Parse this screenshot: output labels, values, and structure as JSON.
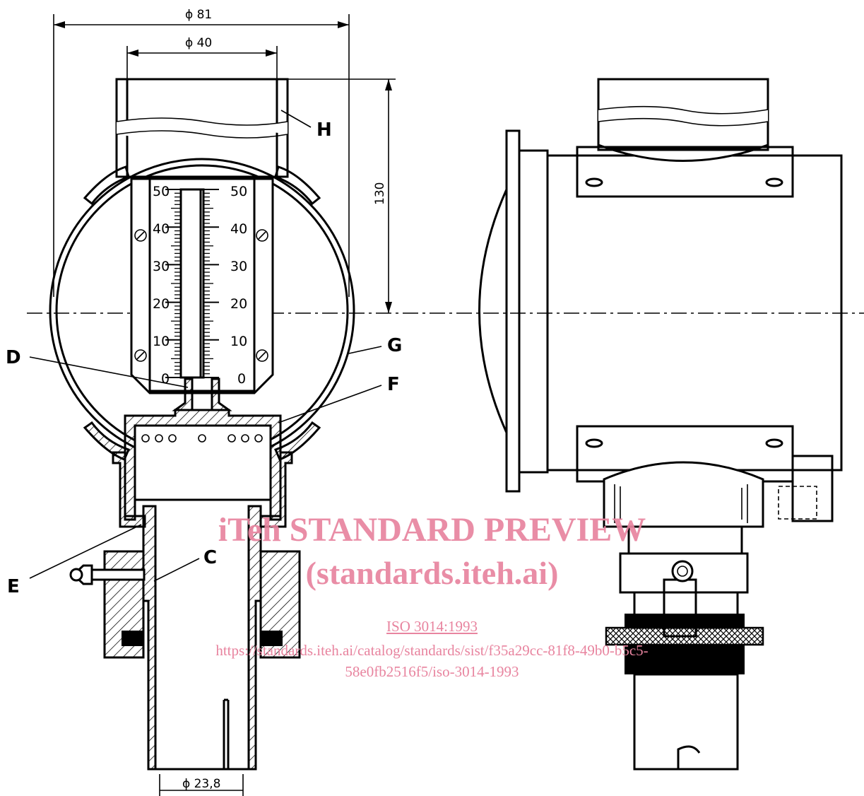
{
  "labels": {
    "C": "C",
    "D": "D",
    "E": "E",
    "F": "F",
    "G": "G",
    "H": "H"
  },
  "dimensions": {
    "outer_diameter": "ϕ 81",
    "inner_diameter": "ϕ 40",
    "height": "130",
    "tube_diameter": "ϕ 23,8"
  },
  "scale": {
    "ticks_left": [
      "50",
      "40",
      "30",
      "20",
      "10",
      "0"
    ],
    "ticks_right": [
      "50",
      "40",
      "30",
      "20",
      "10",
      "0"
    ]
  },
  "watermark": {
    "title": "iTeh STANDARD PREVIEW",
    "subtitle": "(standards.iteh.ai)",
    "link": "ISO 3014:1993",
    "url_line1": "https://standards.iteh.ai/catalog/standards/sist/f35a29cc-81f8-49b0-b5c5-",
    "url_line2": "58e0fb2516f5/iso-3014-1993"
  },
  "colors": {
    "watermark": "#e8849f",
    "ink": "#000000"
  }
}
